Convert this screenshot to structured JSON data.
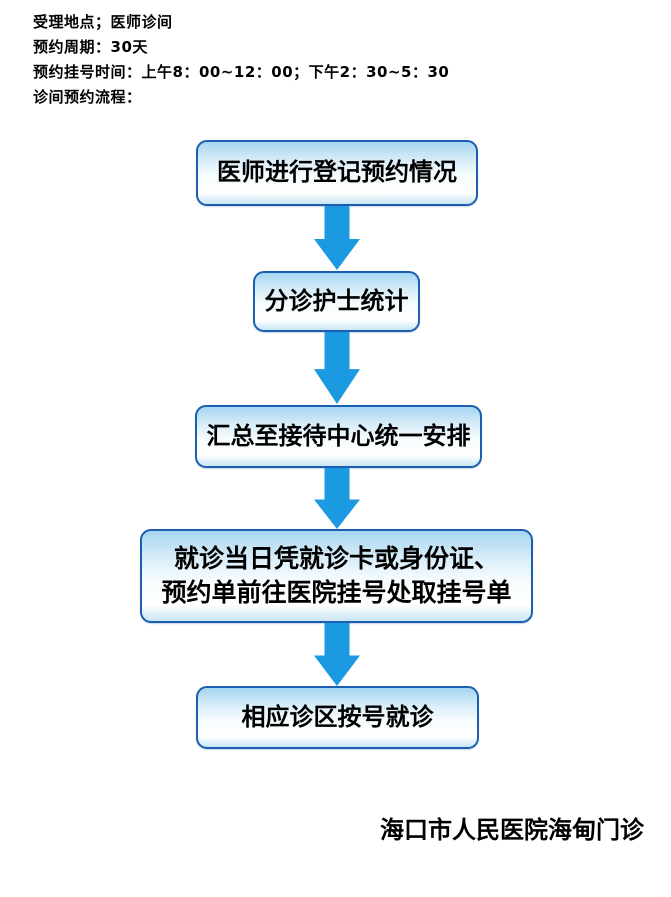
{
  "header": {
    "lines": [
      "受理地点；医师诊间",
      "预约周期：30天",
      "预约挂号时间：上午8：00~12：00；下午2：30~5：30",
      "诊间预约流程："
    ]
  },
  "flow": {
    "steps": [
      {
        "label": "医师进行登记预约情况"
      },
      {
        "label": "分诊护士统计"
      },
      {
        "label": "汇总至接待中心统一安排"
      },
      {
        "label": "就诊当日凭就诊卡或身份证、\n预约单前往医院挂号处取挂号单"
      },
      {
        "label": "相应诊区按号就诊"
      }
    ]
  },
  "footer": {
    "text": "海口市人民医院海甸门诊"
  },
  "colors": {
    "arrow": "#1b9ae2",
    "box_border": "#1c5fb0",
    "box_gradient_top": "#a6d5f0",
    "box_gradient_bottom": "#c9e6f6",
    "text": "#000000"
  }
}
